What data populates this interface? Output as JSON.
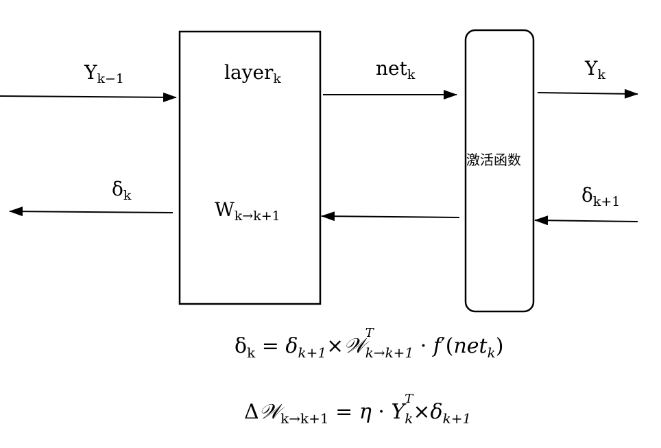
{
  "layer": {
    "title_base": "layer",
    "title_sub": "k",
    "weight_base": "W",
    "weight_sub": "k→k+1"
  },
  "activation": {
    "label": "激活函数"
  },
  "signals": {
    "y_in_base": "Y",
    "y_in_sub": "k−1",
    "net_base": "net",
    "net_sub": "k",
    "y_out_base": "Y",
    "y_out_sub": "k",
    "delta_in_base": "δ",
    "delta_in_sub": "k+1",
    "delta_out_base": "δ",
    "delta_out_sub": "k"
  },
  "equations": {
    "eq1": {
      "lhs_base": "δ",
      "lhs_sub": "k",
      "equals": "=",
      "d_base": "δ",
      "d_sub": "k+1",
      "times": "×",
      "w_base": "𝒲",
      "w_sup": "T",
      "w_sub": "k→k+1",
      "dot": "·",
      "f": "f",
      "prime": "′",
      "open": "(",
      "net_base": "net",
      "net_sub": "k",
      "close": ")"
    },
    "eq2": {
      "lhs_delta": "Δ",
      "lhs_w": "𝒲",
      "lhs_sub": "k→k+1",
      "equals": "=",
      "eta": "η",
      "dot": "·",
      "y_base": "Y",
      "y_sup": "T",
      "y_sub": "k",
      "times": "×",
      "d_base": "δ",
      "d_sub": "k+1"
    }
  }
}
